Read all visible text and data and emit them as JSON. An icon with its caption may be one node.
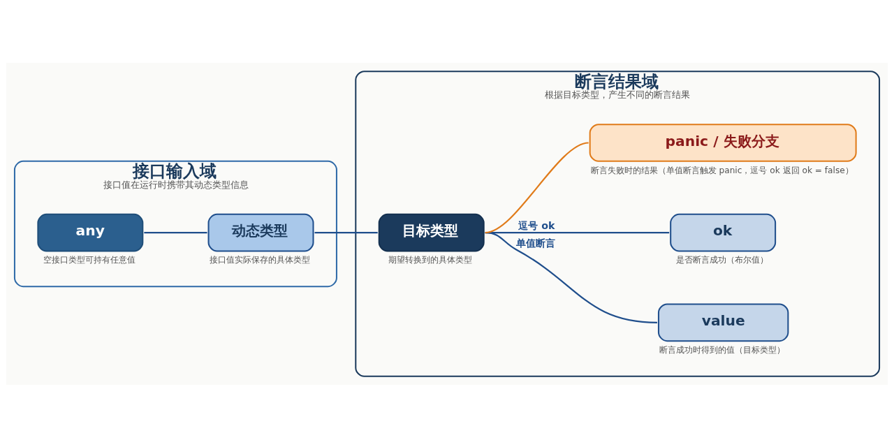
{
  "diagram": {
    "nodes": [
      {
        "text": [
          "接口输入域",
          "接口值在运行时携带其动态类型信息"
        ]
      },
      {
        "text": [
          "any"
        ],
        "in": 0,
        "beside": [
          "空接口类型可持有任意值"
        ]
      },
      {
        "text": [
          "动态类型"
        ],
        "in": 0,
        "beside": [
          "接口值实际保存的具体类型"
        ]
      },
      {
        "text": [
          "断言结果域",
          "根据目标类型，产生不同的断言结果"
        ]
      },
      {
        "text": [
          "目标类型"
        ],
        "in": 3,
        "beside": [
          "期望转换到的具体类型"
        ]
      },
      {
        "text": [
          "value"
        ],
        "in": 3,
        "beside": [
          "断言成功时得到的值（目标类型）"
        ]
      },
      {
        "text": [
          "ok"
        ],
        "in": 3,
        "beside": [
          "是否断言成功（布尔值）"
        ]
      },
      {
        "text": [
          "panic / 失败分支"
        ],
        "in": 3,
        "beside": [
          "断言失败时的结果（单值断言触发 panic，逗号 ok 返回 ok = false）"
        ]
      }
    ],
    "edges": [
      {
        "from": 1,
        "to": 2,
        "arrow": "none"
      },
      {
        "from": 2,
        "to": 4,
        "arrow": "none"
      },
      {
        "from": 4,
        "to": 5,
        "arrow": "none",
        "label": "单值断言"
      },
      {
        "from": 4,
        "to": 6,
        "arrow": "none",
        "label": "逗号 ok"
      },
      {
        "from": 4,
        "to": 7,
        "arrow": "none",
        "color": "#e07b1a"
      }
    ]
  }
}
